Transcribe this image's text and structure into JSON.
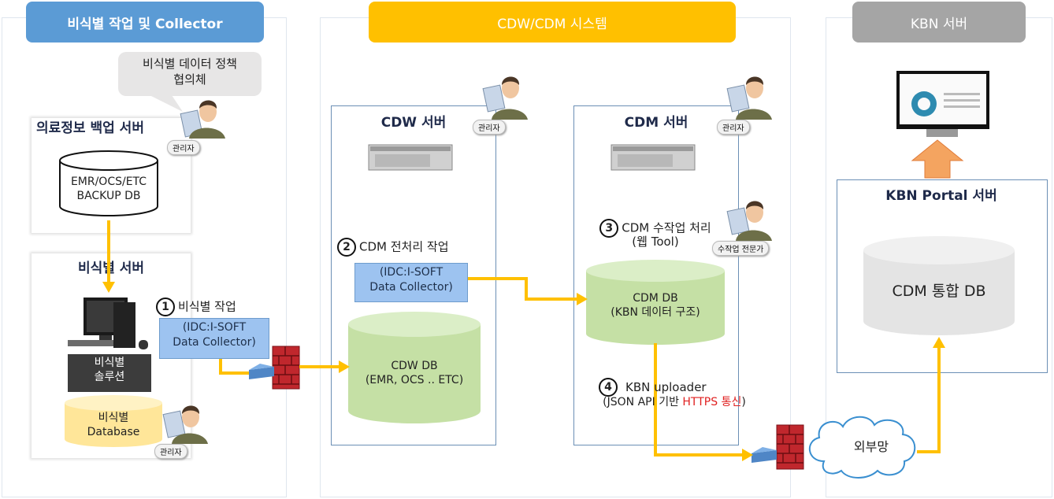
{
  "headers": {
    "left": "비식별 작업 및 Collector",
    "center": "CDW/CDM 시스템",
    "right": "KBN 서버"
  },
  "colors": {
    "left_header": "#5b9bd5",
    "center_header": "#ffc000",
    "right_header": "#a5a5a5",
    "arrow": "#ffc000",
    "cylinder_green": "#c5e0a5",
    "cylinder_yellow": "#ffe699",
    "cylinder_gray": "#e7e7e7",
    "collector_box": "#9dc3f0",
    "up_arrow": "#f4a460",
    "https_red": "#e02020"
  },
  "left": {
    "speech_bubble": "비식별 데이터 정책\n협의체",
    "backup_server_title": "의료정보 백업 서버",
    "backup_db": "EMR/OCS/ETC\nBACKUP DB",
    "admin_badge": "관리자",
    "deid_server_title": "비식별 서버",
    "step1_num": "1",
    "step1_label": "비식별 작업",
    "collector_box": "(IDC:I-SOFT\nData Collector)",
    "solution_box": "비식별\n솔루션",
    "deid_db": "비식별\nDatabase",
    "admin_badge2": "관리자"
  },
  "center": {
    "cdw_title": "CDW 서버",
    "cdw_admin": "관리자",
    "step2_num": "2",
    "step2_label": "CDM 전처리 작업",
    "cdw_collector": "(IDC:I-SOFT\nData Collector)",
    "cdw_db": "CDW DB\n(EMR, OCS .. ETC)",
    "cdm_title": "CDM 서버",
    "cdm_admin": "관리자",
    "step3_num": "3",
    "step3_label": "CDM 수작업 처리",
    "step3_sub": "(웹 Tool)",
    "expert_badge": "수작업 전문가",
    "cdm_db": "CDM DB\n(KBN 데이터 구조)",
    "step4_num": "4",
    "step4_label": "KBN uploader",
    "step4_sub_prefix": "(JSON API 기반 ",
    "step4_sub_red": "HTTPS 통신",
    "step4_sub_suffix": ")"
  },
  "right": {
    "portal_title": "KBN Portal 서버",
    "portal_db": "CDM 통합 DB",
    "cloud_label": "외부망"
  }
}
